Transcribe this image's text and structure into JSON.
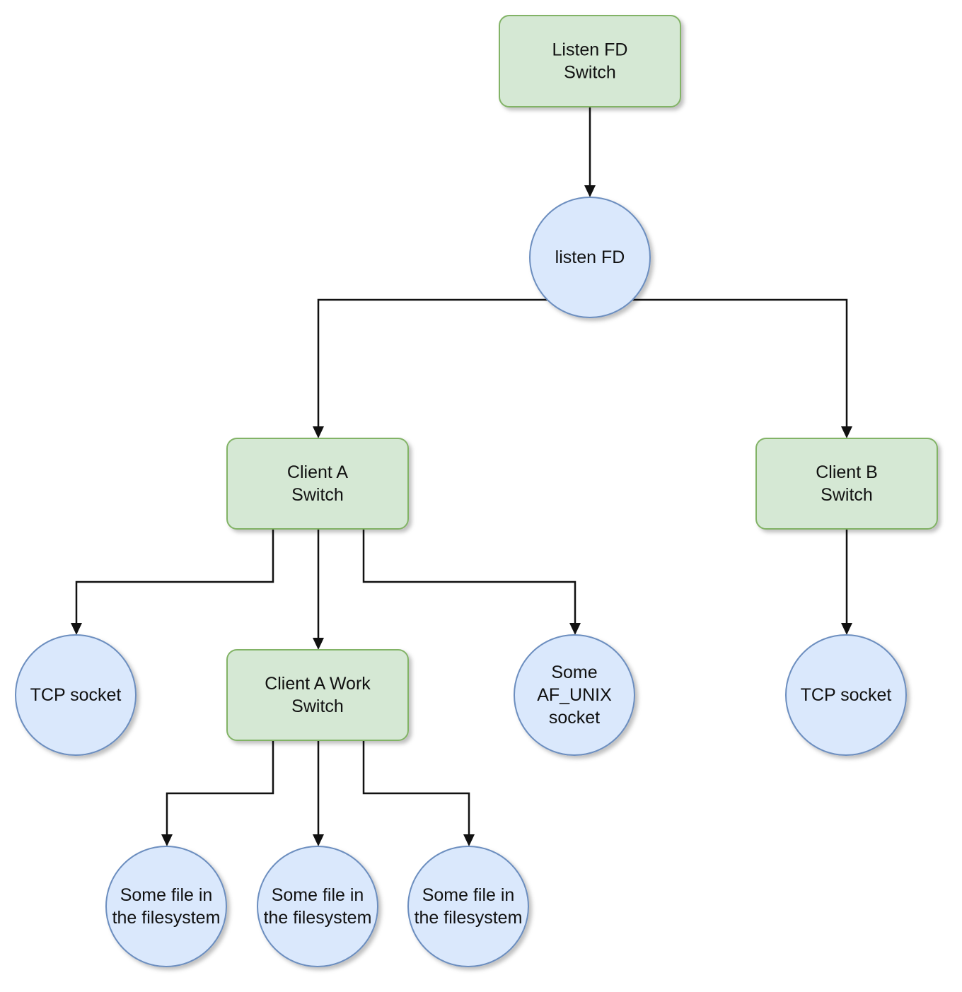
{
  "colors": {
    "switch_fill": "#d5e8d4",
    "switch_stroke": "#82b366",
    "fd_fill": "#dae8fc",
    "fd_stroke": "#6c8ebf",
    "edge": "#111111"
  },
  "nodes": {
    "listen_fd_switch": [
      "Listen FD",
      "Switch"
    ],
    "listen_fd": [
      "listen FD"
    ],
    "client_a_switch": [
      "Client A",
      "Switch"
    ],
    "client_b_switch": [
      "Client B",
      "Switch"
    ],
    "client_a_tcp_socket": [
      "TCP socket"
    ],
    "client_a_work_switch": [
      "Client A Work",
      "Switch"
    ],
    "af_unix_socket": [
      "Some",
      "AF_UNIX",
      "socket"
    ],
    "client_b_tcp_socket": [
      "TCP socket"
    ],
    "file_1": [
      "Some file in",
      "the filesystem"
    ],
    "file_2": [
      "Some file in",
      "the filesystem"
    ],
    "file_3": [
      "Some file in",
      "the filesystem"
    ]
  }
}
